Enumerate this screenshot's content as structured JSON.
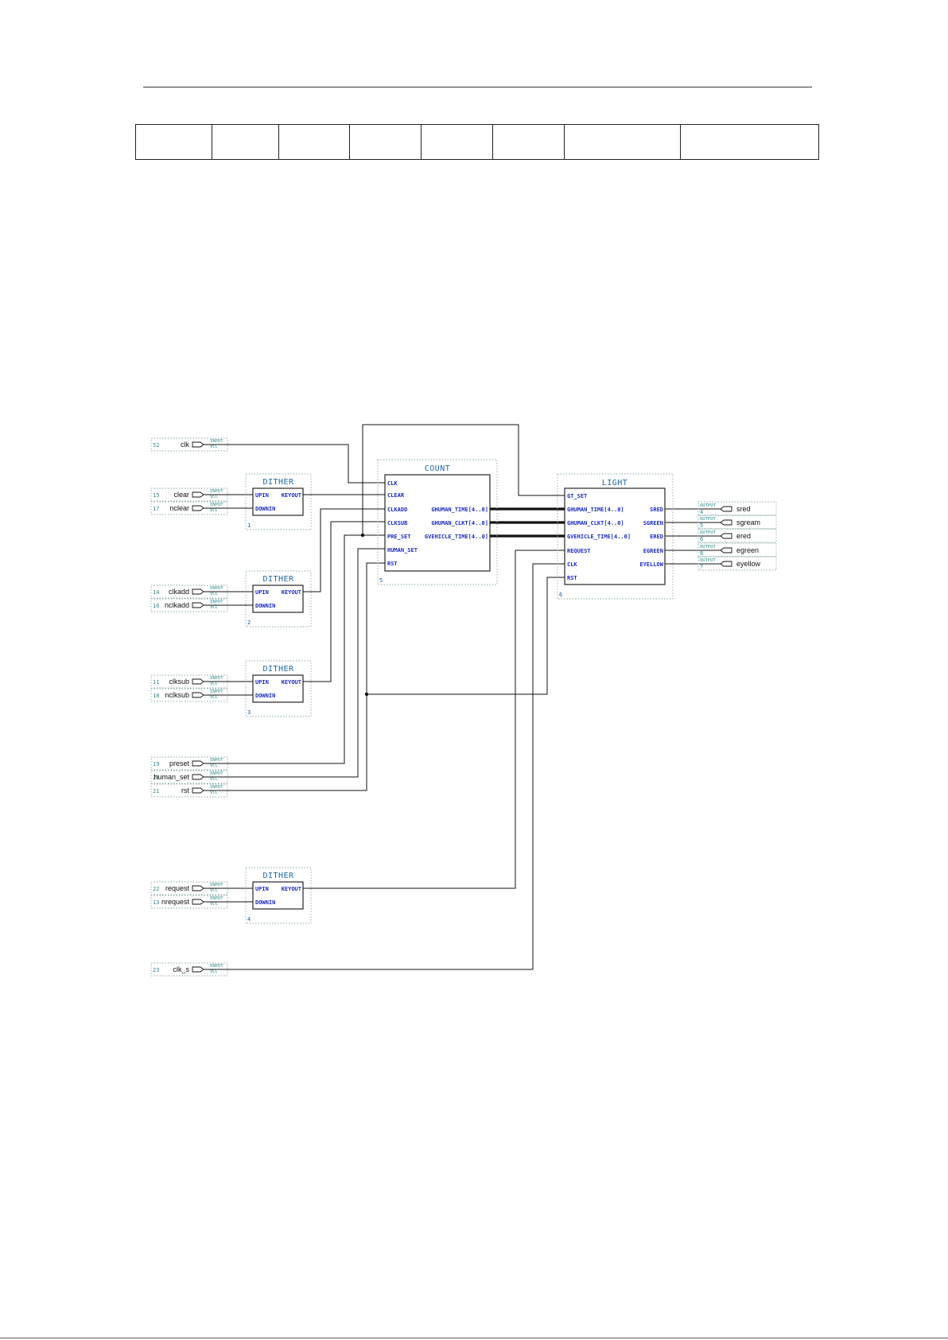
{
  "header_table": {
    "columns": 8,
    "cells": [
      "",
      "",
      "",
      "",
      "",
      "",
      "",
      ""
    ]
  },
  "schematic": {
    "count": {
      "title": "COUNT",
      "index": "5",
      "inputs": [
        "CLK",
        "CLEAR",
        "CLKADD",
        "CLKSUB",
        "PRE_SET",
        "HUMAN_SET",
        "RST"
      ],
      "outputs": [
        "GHUMAN_TIME[4..0]",
        "GHUMAN_CLKT[4..0]",
        "GVEHICLE_TIME[4..0]"
      ]
    },
    "light": {
      "title": "LIGHT",
      "index": "6",
      "inputs": [
        "GT_SET",
        "GHUMAN_TIME[4..0]",
        "GHUMAN_CLKT[4..0]",
        "GVEHICLE_TIME[4..0]",
        "REQUEST",
        "CLK",
        "RST"
      ],
      "outputs": [
        "SRED",
        "SGREEN",
        "ERED",
        "EGREEN",
        "EYELLOW"
      ]
    },
    "dithers": [
      {
        "title": "DITHER",
        "index": "1",
        "in1": "UPIN",
        "in2": "DOWNIN",
        "out": "KEYOUT"
      },
      {
        "title": "DITHER",
        "index": "2",
        "in1": "UPIN",
        "in2": "DOWNIN",
        "out": "KEYOUT"
      },
      {
        "title": "DITHER",
        "index": "3",
        "in1": "UPIN",
        "in2": "DOWNIN",
        "out": "KEYOUT"
      },
      {
        "title": "DITHER",
        "index": "4",
        "in1": "UPIN",
        "in2": "DOWNIN",
        "out": "KEYOUT"
      }
    ],
    "input_pins": [
      {
        "name": "clk",
        "num": "52",
        "tag1": "INPUT",
        "tag2": "VCC"
      },
      {
        "name": "clear",
        "num": "15",
        "tag1": "INPUT",
        "tag2": "VCC"
      },
      {
        "name": "nclear",
        "num": "17",
        "tag1": "INPUT",
        "tag2": "VCC"
      },
      {
        "name": "clkadd",
        "num": "14",
        "tag1": "INPUT",
        "tag2": "VCC"
      },
      {
        "name": "nclkadd",
        "num": "16",
        "tag1": "INPUT",
        "tag2": "VCC"
      },
      {
        "name": "clksub",
        "num": "11",
        "tag1": "INPUT",
        "tag2": "VCC"
      },
      {
        "name": "nclksub",
        "num": "18",
        "tag1": "INPUT",
        "tag2": "VCC"
      },
      {
        "name": "preset",
        "num": "19",
        "tag1": "INPUT",
        "tag2": "VCC"
      },
      {
        "name": "human_set",
        "num": "20",
        "tag1": "INPUT",
        "tag2": "VCC"
      },
      {
        "name": "rst",
        "num": "21",
        "tag1": "INPUT",
        "tag2": "VCC"
      },
      {
        "name": "request",
        "num": "22",
        "tag1": "INPUT",
        "tag2": "VCC"
      },
      {
        "name": "nrequest",
        "num": "13",
        "tag1": "INPUT",
        "tag2": "VCC"
      },
      {
        "name": "clk_s",
        "num": "23",
        "tag1": "INPUT",
        "tag2": "VCC"
      }
    ],
    "output_pins": [
      {
        "name": "sred",
        "num": "4",
        "tag": "OUTPUT"
      },
      {
        "name": "sgream",
        "num": "5",
        "tag": "OUTPUT"
      },
      {
        "name": "ered",
        "num": "6",
        "tag": "OUTPUT"
      },
      {
        "name": "egreen",
        "num": "8",
        "tag": "OUTPUT"
      },
      {
        "name": "eyellow",
        "num": "7",
        "tag": "OUTPUT"
      }
    ]
  }
}
